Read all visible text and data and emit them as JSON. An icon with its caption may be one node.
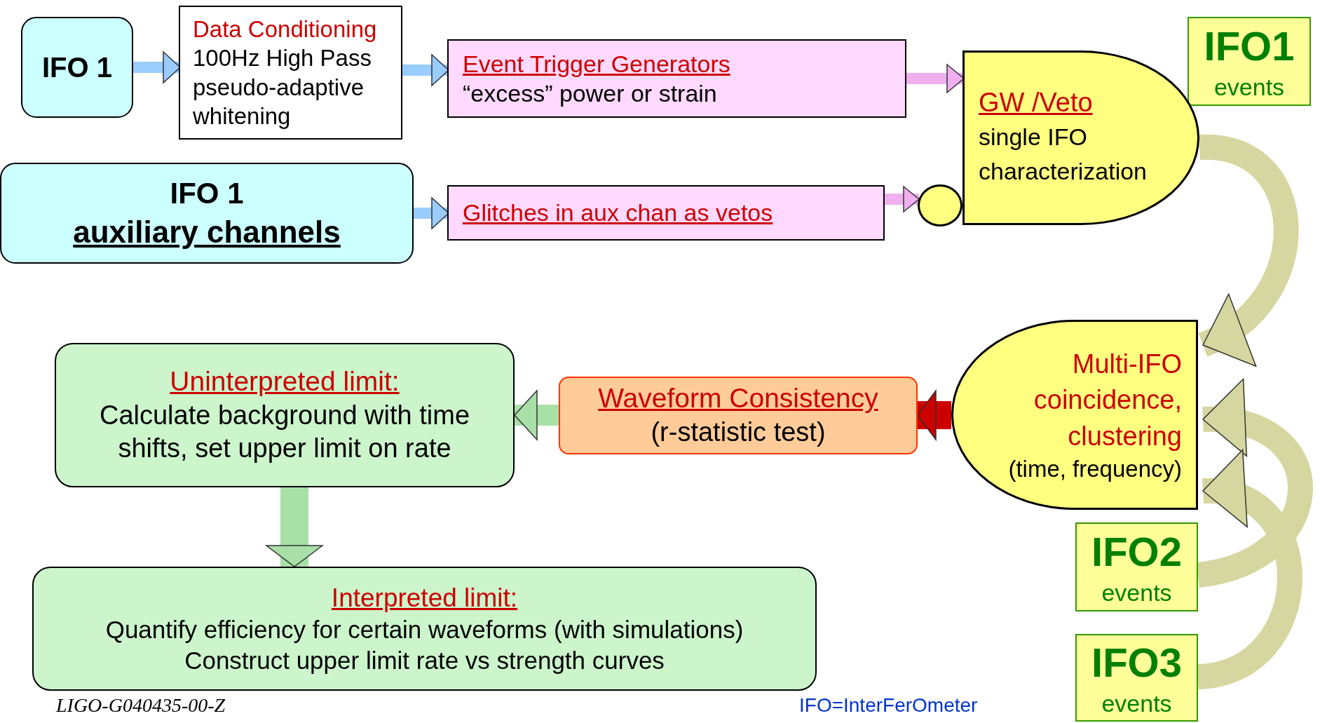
{
  "diagram": {
    "nodes": [
      {
        "text": [
          "IFO 1"
        ]
      },
      {
        "text": [
          "Data Conditioning",
          "100Hz High Pass pseudo-adaptive whitening"
        ]
      },
      {
        "text": [
          "Event Trigger Generators",
          "“excess” power or strain"
        ]
      },
      {
        "text": [
          "IFO1",
          "events"
        ]
      },
      {
        "text": [
          "GW /Veto",
          "single IFO characterization"
        ]
      },
      {
        "text": [
          "IFO 1",
          "auxiliary channels"
        ]
      },
      {
        "text": [
          "Glitches in aux chan as vetos"
        ]
      },
      {
        "text": [],
        "shape": "circle"
      },
      {
        "text": [
          "Uninterpreted limit:",
          "Calculate background with time shifts, set upper limit on rate"
        ]
      },
      {
        "text": [
          "Waveform Consistency",
          "(r-statistic test)"
        ]
      },
      {
        "text": [
          "Multi-IFO coincidence, clustering",
          "(time, frequency)"
        ]
      },
      {
        "text": [
          "IFO2",
          "events"
        ]
      },
      {
        "text": [
          "Interpreted limit:",
          "Quantify efficiency for certain waveforms (with simulations)",
          "Construct upper limit rate vs strength curves"
        ]
      },
      {
        "text": [
          "IFO3",
          "events"
        ]
      }
    ],
    "edges": [
      {
        "from": 0,
        "to": 1,
        "arrow": "to",
        "color": "#99ccff"
      },
      {
        "from": 1,
        "to": 2,
        "arrow": "to",
        "color": "#99ccff"
      },
      {
        "from": 2,
        "to": 4,
        "arrow": "to",
        "color": "#f0b0f0"
      },
      {
        "from": 5,
        "to": 6,
        "arrow": "to",
        "color": "#99ccff"
      },
      {
        "from": 6,
        "to": 7,
        "arrow": "to",
        "color": "#f0b0f0"
      },
      {
        "from": 4,
        "to": 10,
        "arrow": "to",
        "color": "#d6d6a0"
      },
      {
        "from": 11,
        "to": 10,
        "arrow": "to",
        "color": "#d6d6a0"
      },
      {
        "from": 13,
        "to": 10,
        "arrow": "to",
        "color": "#d6d6a0"
      },
      {
        "from": 10,
        "to": 9,
        "arrow": "to",
        "color": "#cc0000"
      },
      {
        "from": 9,
        "to": 8,
        "arrow": "to",
        "color": "#a8e0a8"
      },
      {
        "from": 8,
        "to": 12,
        "arrow": "to",
        "color": "#a8e0a8"
      }
    ],
    "labels": [
      "LIGO-G040435-00-Z",
      "IFO=InterFerOmeter"
    ]
  }
}
